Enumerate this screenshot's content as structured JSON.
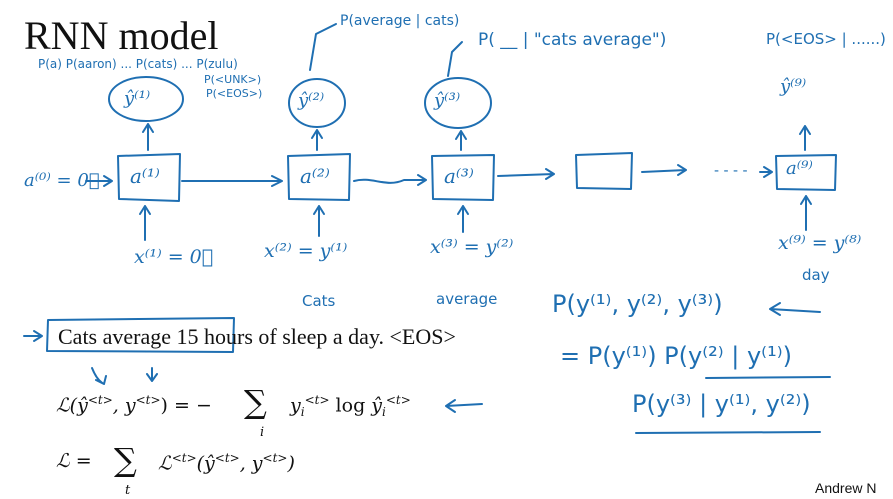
{
  "slide": {
    "title": "RNN model",
    "author": "Andrew N",
    "sentence": "Cats average 15 hours of sleep a day. <EOS>"
  },
  "network": {
    "initial_activation": "a⁽⁰⁾ = 0⃗",
    "cells": [
      {
        "label": "a⁽¹⁾",
        "output": "ŷ⁽¹⁾",
        "input": "x⁽¹⁾ = 0⃗",
        "caption": "",
        "probabilities": [
          "P(a) P(aaron) ... P(cats) ... P(zulu)",
          "P(<UNK>)",
          "P(<EOS>)"
        ]
      },
      {
        "label": "a⁽²⁾",
        "output": "ŷ⁽²⁾",
        "input": "x⁽²⁾ = y⁽¹⁾",
        "caption": "Cats",
        "probabilities": [
          "P(average | cats)"
        ]
      },
      {
        "label": "a⁽³⁾",
        "output": "ŷ⁽³⁾",
        "input": "x⁽³⁾ = y⁽²⁾",
        "caption": "average",
        "probabilities": [
          "P( __ | \"cats average\")"
        ]
      },
      {
        "label": "",
        "output": "",
        "input": "",
        "caption": "",
        "probabilities": []
      },
      {
        "label": "a⁽⁹⁾",
        "output": "ŷ⁽⁹⁾",
        "input": "x⁽⁹⁾ = y⁽⁸⁾",
        "caption": "day",
        "probabilities": [
          "P(<EOS> | ......)"
        ]
      }
    ],
    "ellipsis": "- - - -"
  },
  "equations": {
    "loss_step": {
      "lhs": "ℒ(ŷ",
      "lhs_sup1": "<t>",
      "mid": ", y",
      "lhs_sup2": "<t>",
      "eq": ") = −",
      "sigma": "∑",
      "sigma_index": "i",
      "y": "y",
      "y_sub": "i",
      "y_sup": "<t>",
      "log": " log ",
      "yhat": "ŷ",
      "yhat_sub": "i",
      "yhat_sup": "<t>"
    },
    "loss_total": {
      "lhs": "ℒ  =",
      "sigma": "∑",
      "sigma_index": "t",
      "term": "ℒ",
      "term_sup": "<t>",
      "args": "(ŷ",
      "args_sup1": "<t>",
      "args_mid": ", y",
      "args_sup2": "<t>",
      "args_end": ")"
    },
    "joint_probability": {
      "line1": "P(y⁽¹⁾, y⁽²⁾, y⁽³⁾)",
      "line2": "= P(y⁽¹⁾) P(y⁽²⁾ | y⁽¹⁾)",
      "line3": "P(y⁽³⁾ | y⁽¹⁾, y⁽²⁾)"
    }
  },
  "colors": {
    "ink": "#1f6fb2",
    "text": "#111111",
    "background": "#ffffff"
  }
}
